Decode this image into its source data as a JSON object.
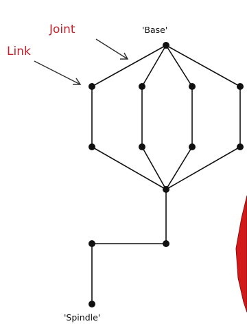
{
  "labels": {
    "joint": "Joint",
    "link": "Link",
    "base": "'Base'",
    "spindle": "'Spindle'"
  },
  "colors": {
    "annotation": "#c0202a",
    "line": "#111111",
    "node": "#111111",
    "shape_fill": "#d21a1a",
    "shape_edge": "#8e0d0d"
  }
}
